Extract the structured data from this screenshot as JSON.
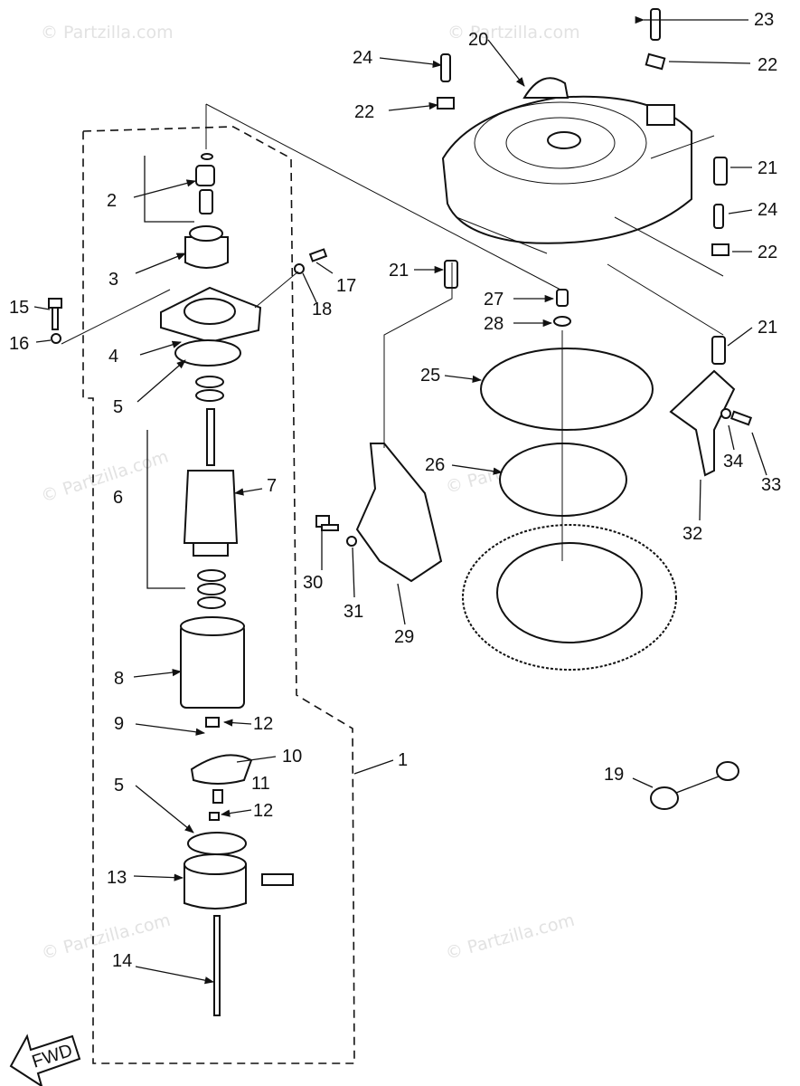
{
  "watermark": "© Partzilla.com",
  "fwd_label": "FWD",
  "callouts": {
    "c1": "1",
    "c2": "2",
    "c3": "3",
    "c4": "4",
    "c5a": "5",
    "c5b": "5",
    "c6": "6",
    "c7": "7",
    "c8": "8",
    "c9": "9",
    "c10": "10",
    "c11": "11",
    "c12a": "12",
    "c12b": "12",
    "c13": "13",
    "c14": "14",
    "c15": "15",
    "c16": "16",
    "c17": "17",
    "c18": "18",
    "c19": "19",
    "c20": "20",
    "c21a": "21",
    "c21b": "21",
    "c21c": "21",
    "c22a": "22",
    "c22b": "22",
    "c22c": "22",
    "c23": "23",
    "c24a": "24",
    "c24b": "24",
    "c25": "25",
    "c26": "26",
    "c27": "27",
    "c28": "28",
    "c29": "29",
    "c30": "30",
    "c31": "31",
    "c32": "32",
    "c33": "33",
    "c34": "34"
  }
}
